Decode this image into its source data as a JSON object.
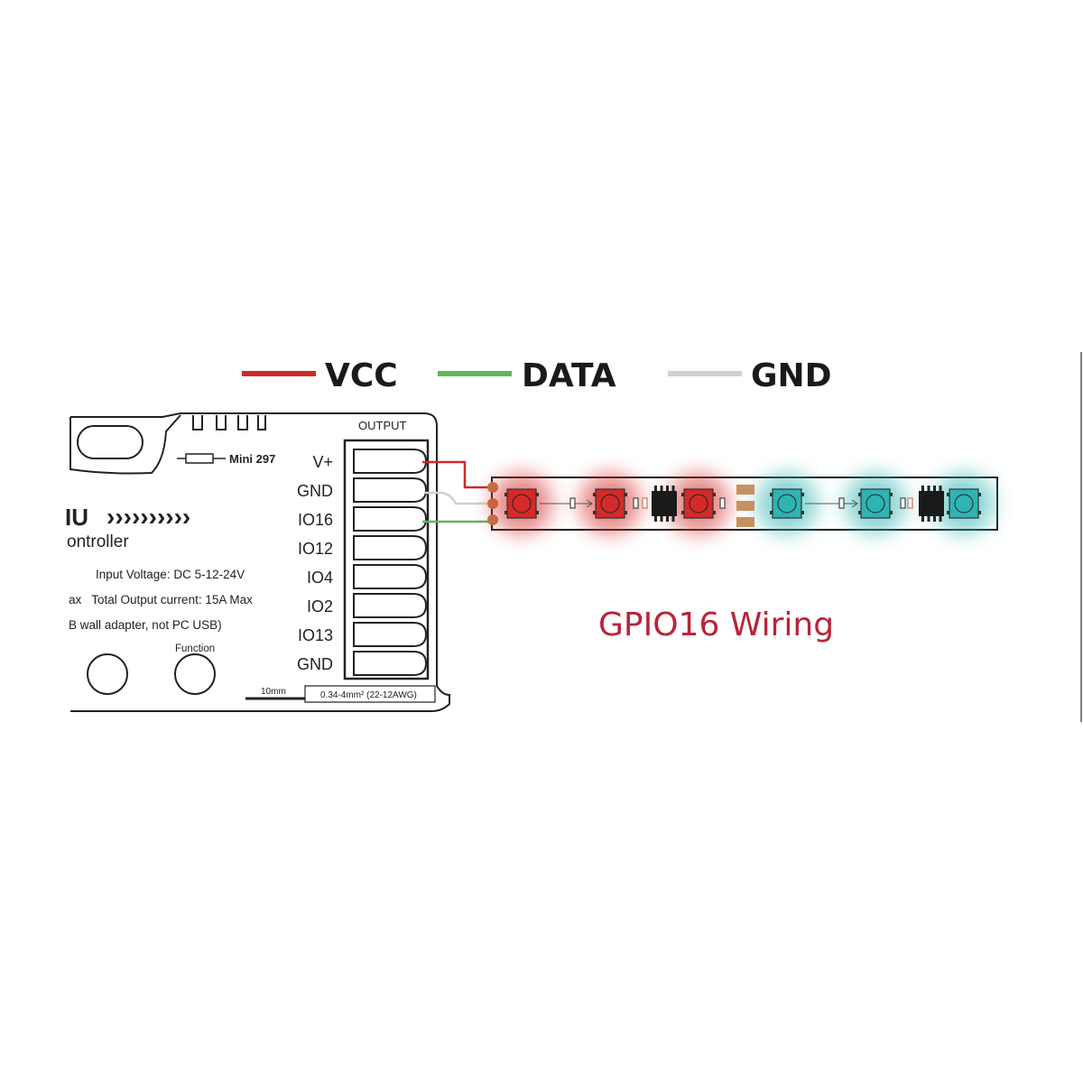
{
  "legend": [
    {
      "label": "VCC",
      "color": "#cc2a2a"
    },
    {
      "label": "DATA",
      "color": "#5cb85c"
    },
    {
      "label": "GND",
      "color": "#d0d0d0"
    }
  ],
  "controller": {
    "output_label": "OUTPUT",
    "fuse_label": "Mini 297",
    "brand_fragment": "IU",
    "subtitle_fragment": "ontroller",
    "specs": [
      "Input Voltage: DC 5-12-24V",
      "ax   Total Output current: 15A Max",
      "B wall adapter, not PC USB)"
    ],
    "function_label": "Function",
    "pins": [
      "V+",
      "GND",
      "IO16",
      "IO12",
      "IO4",
      "IO2",
      "IO13",
      "GND"
    ],
    "scale_label": "10mm",
    "wire_gauge": "0.34-4mm² (22-12AWG)"
  },
  "strip": {
    "warm_color": "#d42a2a",
    "cool_color": "#2fb3b3"
  },
  "caption": "GPIO16 Wiring"
}
